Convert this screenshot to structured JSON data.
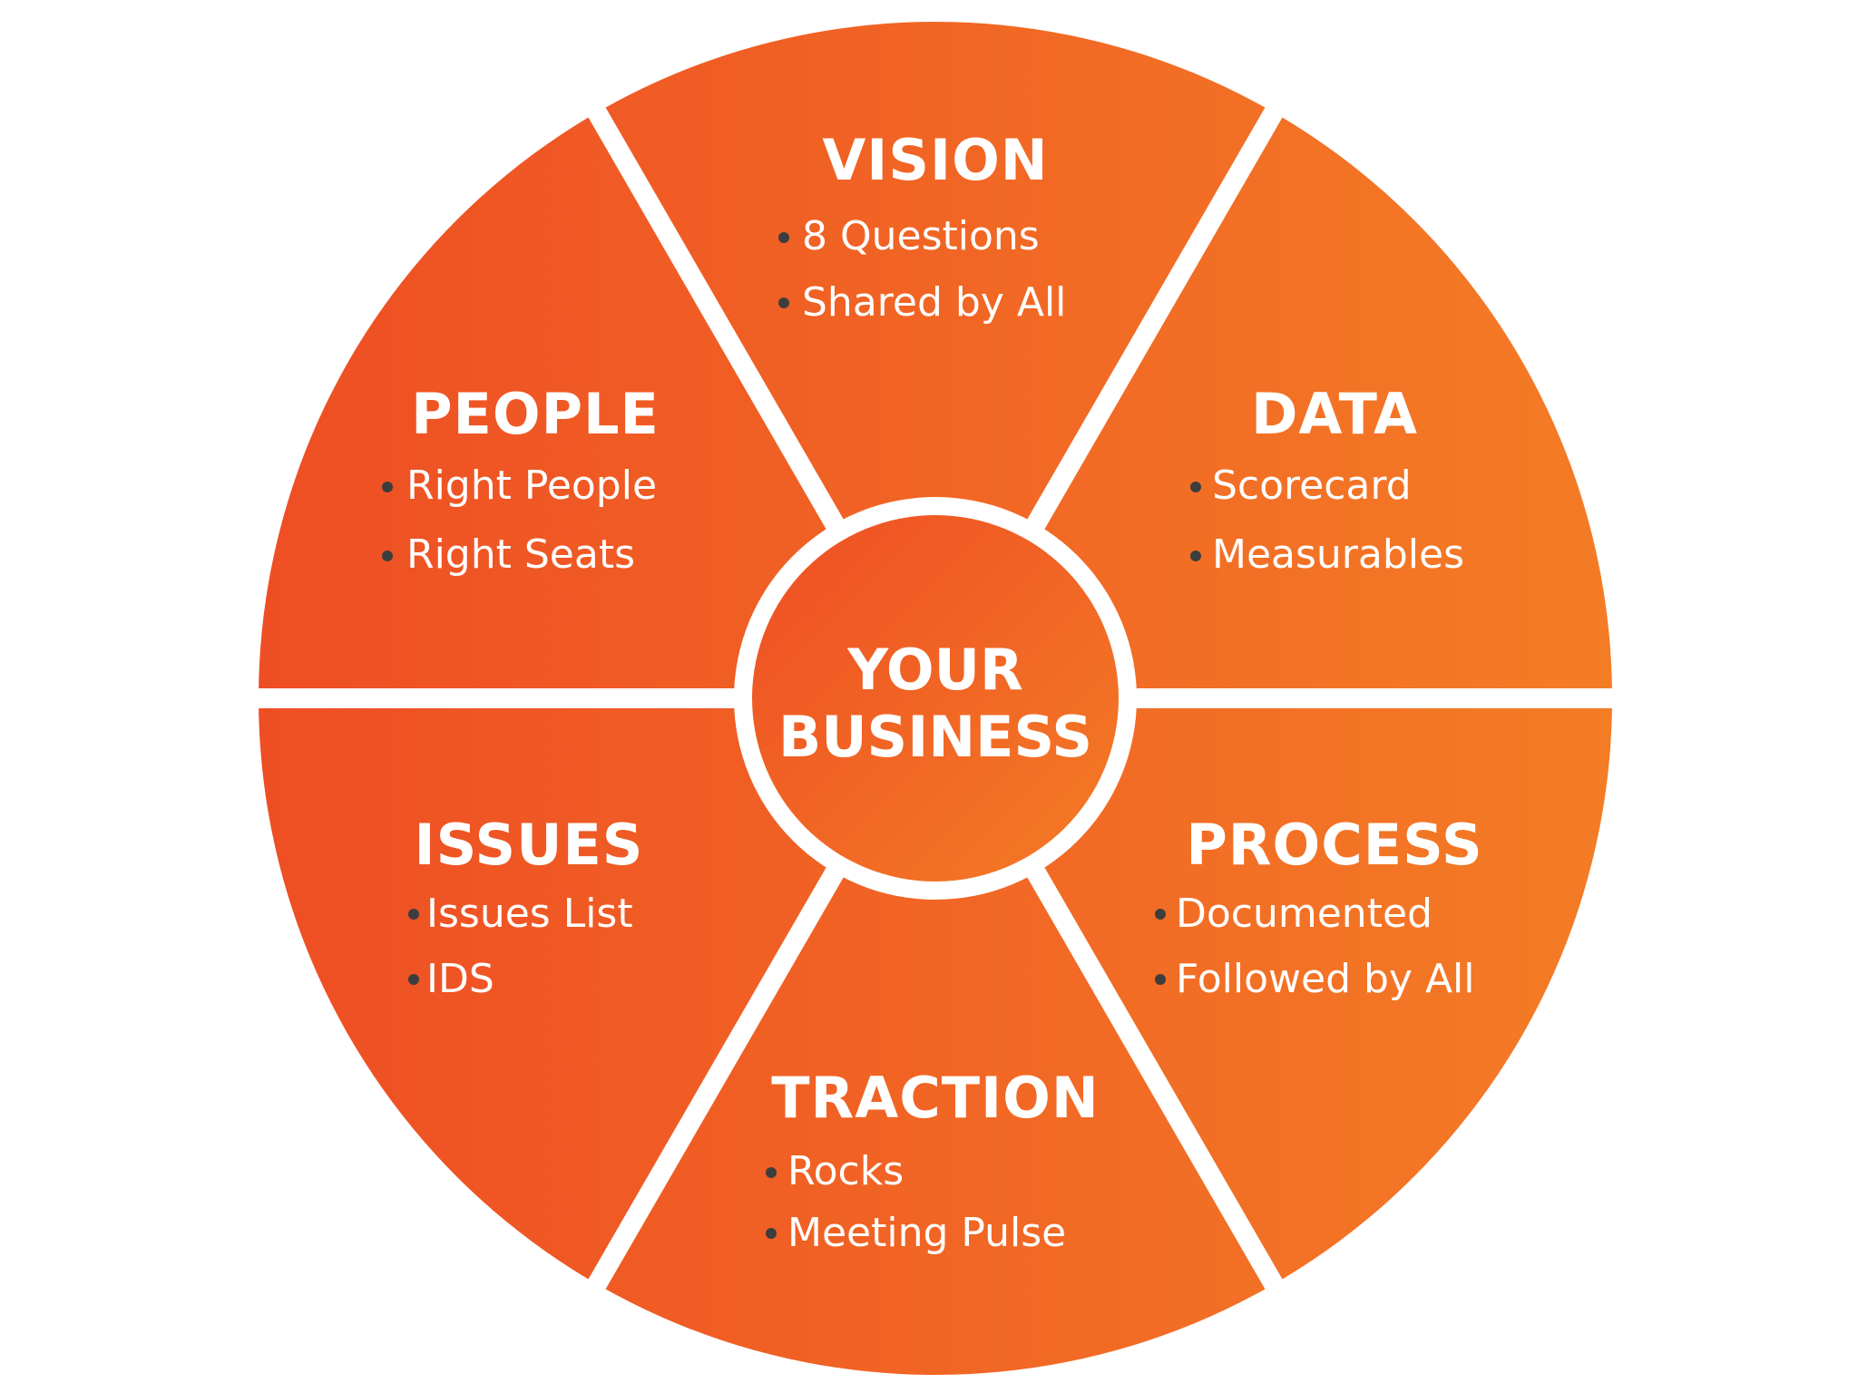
{
  "colors": {
    "wheel_dark": "#ee4e24",
    "wheel_light": "#f47c25",
    "separator": "#ffffff",
    "bullet": "#3d3d3d"
  },
  "hub": {
    "line1": "YOUR",
    "line2": "BUSINESS"
  },
  "segments": [
    {
      "key": "vision",
      "title": "VISION",
      "items": [
        "8 Questions",
        "Shared by All"
      ]
    },
    {
      "key": "data",
      "title": "DATA",
      "items": [
        "Scorecard",
        "Measurables"
      ]
    },
    {
      "key": "process",
      "title": "PROCESS",
      "items": [
        "Documented",
        "Followed by All"
      ]
    },
    {
      "key": "traction",
      "title": "TRACTION",
      "items": [
        "Rocks",
        "Meeting Pulse"
      ]
    },
    {
      "key": "issues",
      "title": "ISSUES",
      "items": [
        "Issues List",
        "IDS"
      ]
    },
    {
      "key": "people",
      "title": "PEOPLE",
      "items": [
        "Right People",
        "Right Seats"
      ]
    }
  ]
}
